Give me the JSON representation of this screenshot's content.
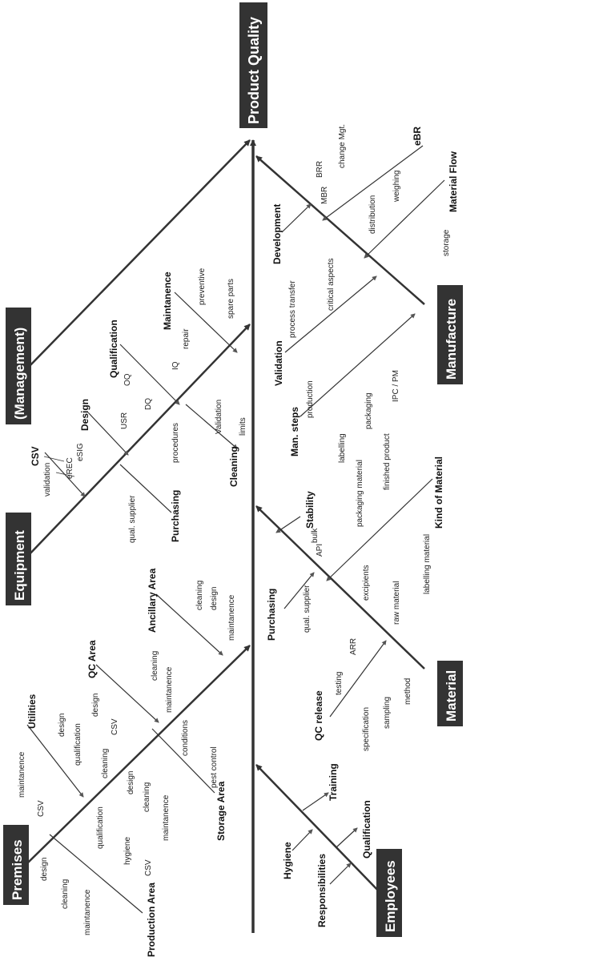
{
  "effect": "Product Quality",
  "categories": {
    "management": "(Management)",
    "equipment": "Equipment",
    "premises": "Premises",
    "manufacture": "Manufacture",
    "material": "Material",
    "employees": "Employees"
  },
  "causes": {
    "csv": "CSV",
    "validation": "validation",
    "erec": "eREC",
    "esig": "eSIG",
    "design": "Design",
    "usr": "USR",
    "qualification": "Qualification",
    "oq": "OQ",
    "dq": "DQ",
    "iq": "IQ",
    "maintenance": "Maintanence",
    "repair": "repair",
    "preventive": "preventive",
    "spare_parts": "spare parts",
    "purchasing": "Purchasing",
    "qual_supplier": "qual. supplier",
    "procedures": "procedures",
    "cleaning_lbl": "Cleaning",
    "cleaning_validation": "Validation",
    "limits": "limits",
    "ancillary_area": "Ancillary Area",
    "anc_cleaning": "cleaning",
    "anc_design": "design",
    "anc_maintanence": "maintanence",
    "qc_area": "QC Area",
    "qc_design": "design",
    "qc_csv": "CSV",
    "qc_cleaning": "cleaning",
    "qc_maintanence": "maintanence",
    "utilities": "Utilities",
    "ut_maintanence": "maintanence",
    "ut_csv": "CSV",
    "ut_design": "design",
    "ut_qualification": "qualification",
    "ut_cleaning": "cleaning",
    "storage_area": "Storage Area",
    "st_design": "design",
    "st_cleaning": "cleaning",
    "st_maintanence": "maintanence",
    "st_conditions": "conditions",
    "st_pest_control": "pest control",
    "production_area": "Production Area",
    "pa_design": "design",
    "pa_cleaning": "cleaning",
    "pa_maintanence": "maintanence",
    "pa_qualification": "qualification",
    "pa_hygiene": "hygiene",
    "pa_csv": "CSV",
    "development": "Development",
    "ebr": "eBR",
    "mbr": "MBR",
    "brr": "BRR",
    "change_mgt": "change Mgt.",
    "material_flow": "Material Flow",
    "distribution": "distribution",
    "weighing": "weighing",
    "storage": "storage",
    "validation_cap": "Validation",
    "process_transfer": "process transfer",
    "critical_aspects": "critical aspects",
    "man_steps": "Man. steps",
    "production": "production",
    "labelling": "labelling",
    "packaging": "packaging",
    "ipc_pm": "IPC / PM",
    "stability": "Stability",
    "bulk": "bulk",
    "api": "API",
    "excipients": "excipients",
    "raw_material": "raw material",
    "packaging_material": "packaging material",
    "finished_product": "finished product",
    "labelling_material": "labelling material",
    "kind_of_material": "Kind of Material",
    "mat_purchasing": "Purchasing",
    "mat_qual_supplier": "qual. supplier",
    "qc_release": "QC release",
    "testing": "testing",
    "arr": "ARR",
    "specification": "specification",
    "sampling": "sampling",
    "method": "method",
    "hygiene": "Hygiene",
    "training": "Training",
    "responsibilities": "Responsibilities",
    "emp_qualification": "Qualification"
  }
}
